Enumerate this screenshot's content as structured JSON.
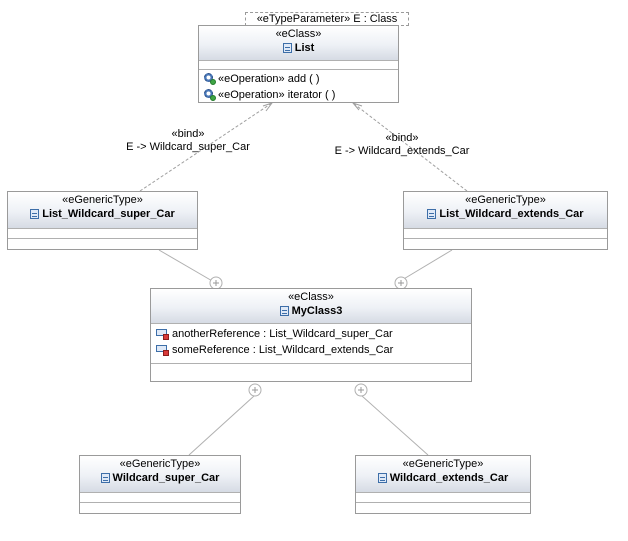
{
  "type_parameter": "«eTypeParameter» E : Class",
  "classes": {
    "list": {
      "stereotype": "«eClass»",
      "name": "List",
      "operations": [
        "«eOperation» add ( )",
        "«eOperation» iterator ( )"
      ]
    },
    "list_wildcard_super_car": {
      "stereotype": "«eGenericType»",
      "name": "List_Wildcard_super_Car"
    },
    "list_wildcard_extends_car": {
      "stereotype": "«eGenericType»",
      "name": "List_Wildcard_extends_Car"
    },
    "myclass3": {
      "stereotype": "«eClass»",
      "name": "MyClass3",
      "references": [
        "anotherReference : List_Wildcard_super_Car",
        "someReference : List_Wildcard_extends_Car"
      ]
    },
    "wildcard_super_car": {
      "stereotype": "«eGenericType»",
      "name": "Wildcard_super_Car"
    },
    "wildcard_extends_car": {
      "stereotype": "«eGenericType»",
      "name": "Wildcard_extends_Car"
    }
  },
  "bindings": {
    "left": {
      "stereotype": "«bind»",
      "text": "E -> Wildcard_super_Car"
    },
    "right": {
      "stereotype": "«bind»",
      "text": "E -> Wildcard_extends_Car"
    }
  },
  "colors": {
    "border": "#9a9a9a",
    "header_gradient_end": "#d6dbe4",
    "class_icon": "#3d6ea8",
    "reference_icon_red": "#d83a3a",
    "operation_icon_green": "#3fa544"
  }
}
